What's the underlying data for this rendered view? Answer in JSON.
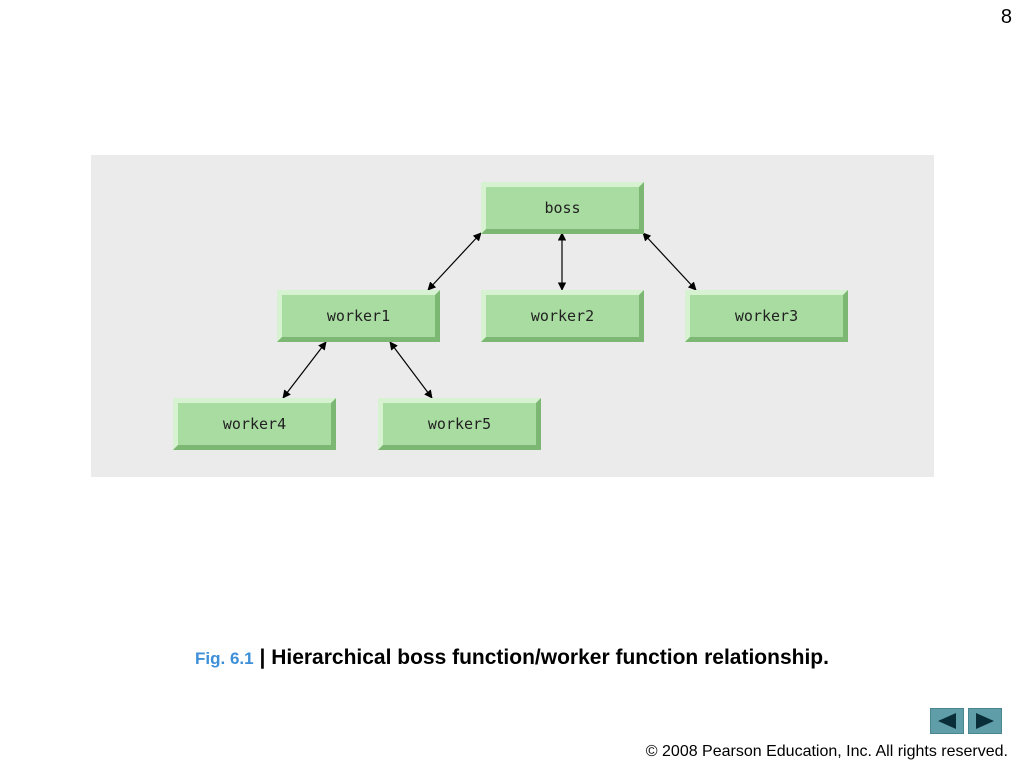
{
  "page_number": "8",
  "diagram": {
    "nodes": [
      {
        "id": "boss",
        "label": "boss"
      },
      {
        "id": "worker1",
        "label": "worker1"
      },
      {
        "id": "worker2",
        "label": "worker2"
      },
      {
        "id": "worker3",
        "label": "worker3"
      },
      {
        "id": "worker4",
        "label": "worker4"
      },
      {
        "id": "worker5",
        "label": "worker5"
      }
    ],
    "edges": [
      {
        "from": "boss",
        "to": "worker1",
        "bidirectional": true
      },
      {
        "from": "boss",
        "to": "worker2",
        "bidirectional": true
      },
      {
        "from": "boss",
        "to": "worker3",
        "bidirectional": true
      },
      {
        "from": "worker1",
        "to": "worker4",
        "bidirectional": true
      },
      {
        "from": "worker1",
        "to": "worker5",
        "bidirectional": true
      }
    ],
    "colors": {
      "panel": "#ebebeb",
      "node_fill": "#a8dca0",
      "node_highlight": "#d6f2d0",
      "node_shadow": "#7cb874",
      "arrow": "#000000"
    }
  },
  "caption": {
    "fig_label": "Fig. 6.1",
    "separator": "|",
    "title": "Hierarchical boss function/worker function relationship."
  },
  "navigation": {
    "prev_icon": "triangle-left-icon",
    "next_icon": "triangle-right-icon"
  },
  "copyright": "© 2008 Pearson Education, Inc.  All rights reserved."
}
